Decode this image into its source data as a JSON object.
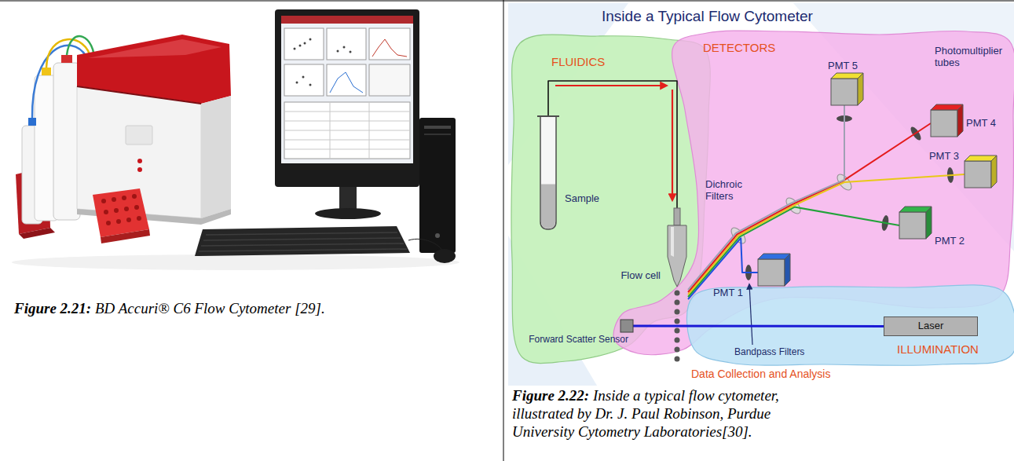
{
  "diagram": {
    "title": "Inside a Typical Flow Cytometer",
    "nodes": [
      {
        "text": [
          "FLUIDICS"
        ]
      },
      {
        "text": [
          "Sample"
        ],
        "in": 0
      },
      {
        "text": [
          "Flow cell"
        ],
        "in": 0
      },
      {
        "text": [
          "DETECTORS"
        ]
      },
      {
        "text": [
          "PMT 5"
        ],
        "in": 3
      },
      {
        "text": [
          "PMT 4"
        ],
        "in": 3
      },
      {
        "text": [
          "PMT 3"
        ],
        "in": 3
      },
      {
        "text": [
          "PMT 2"
        ],
        "in": 3
      },
      {
        "text": [
          "PMT 1"
        ],
        "in": 3
      },
      {
        "text": [
          "Forward Scatter Sensor"
        ],
        "in": 3
      },
      {
        "text": [
          "ILLUMINATION"
        ]
      },
      {
        "text": [
          "Laser"
        ],
        "in": 10
      }
    ],
    "edges": [
      {
        "from": 1,
        "to": 2,
        "arrow": "to"
      },
      {
        "from": 11,
        "to": 9,
        "arrow": "none"
      },
      {
        "from": 2,
        "to": 8,
        "arrow": "none"
      },
      {
        "from": 2,
        "to": 7,
        "arrow": "none"
      },
      {
        "from": 2,
        "to": 6,
        "arrow": "none"
      },
      {
        "from": 2,
        "to": 5,
        "arrow": "none"
      },
      {
        "from": 2,
        "to": 4,
        "arrow": "none"
      }
    ],
    "labels": [
      "Photomultiplier tubes",
      "Dichroic Filters",
      "Bandpass Filters",
      "Data Collection and Analysis",
      "Figure 2.21:",
      "BD Accuri® C6 Flow Cytometer [29].",
      "Figure 2.22:",
      "Inside a typical flow cytometer, illustrated by Dr. J. Paul Robinson, Purdue University Cytometry Laboratories[30]."
    ]
  }
}
